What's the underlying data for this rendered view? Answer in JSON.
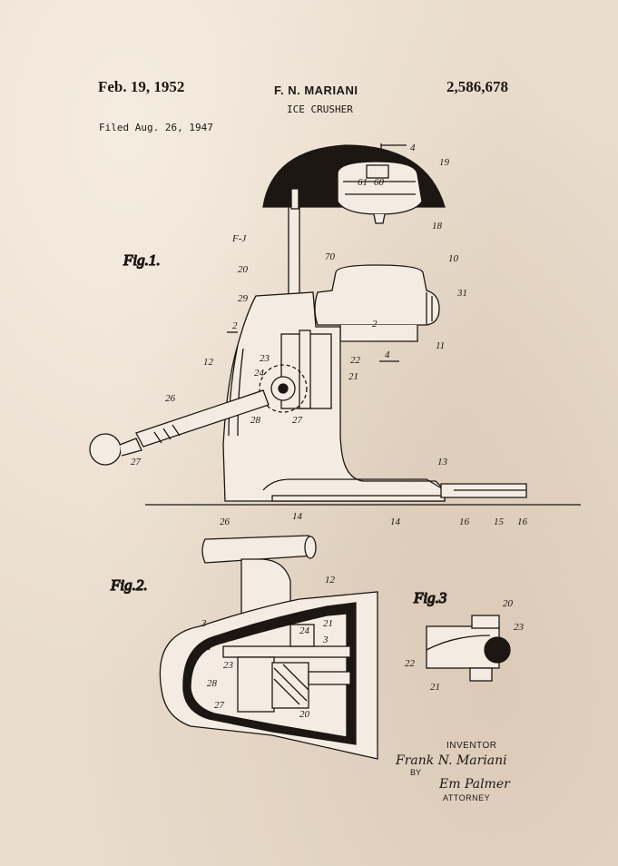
{
  "header": {
    "date": "Feb. 19, 1952",
    "inventor_name": "F. N. MARIANI",
    "patent_number": "2,586,678",
    "title": "ICE CRUSHER",
    "filed": "Filed Aug. 26, 1947"
  },
  "figures": {
    "fig1": "Fig.1.",
    "fig2": "Fig.2.",
    "fig3": "Fig.3"
  },
  "refs": {
    "fig1": [
      "4",
      "19",
      "61",
      "60",
      "18",
      "F-J",
      "20",
      "70",
      "10",
      "31",
      "29",
      "2",
      "2",
      "11",
      "12",
      "23",
      "22",
      "4",
      "24",
      "21",
      "26",
      "28",
      "27",
      "27",
      "13",
      "14",
      "14",
      "16",
      "15",
      "16"
    ],
    "fig2": [
      "26",
      "12",
      "3",
      "24",
      "21",
      "3",
      "1",
      "23",
      "28",
      "27",
      "20"
    ],
    "fig3": [
      "20",
      "23",
      "22",
      "21"
    ]
  },
  "signature_block": {
    "inventor_label": "INVENTOR",
    "inventor_signature": "Frank N. Mariani",
    "by_label": "BY",
    "attorney_signature": "Em Palmer",
    "attorney_label": "ATTORNEY"
  },
  "colors": {
    "paper": "#e9dccd",
    "ink": "#1c1712"
  }
}
